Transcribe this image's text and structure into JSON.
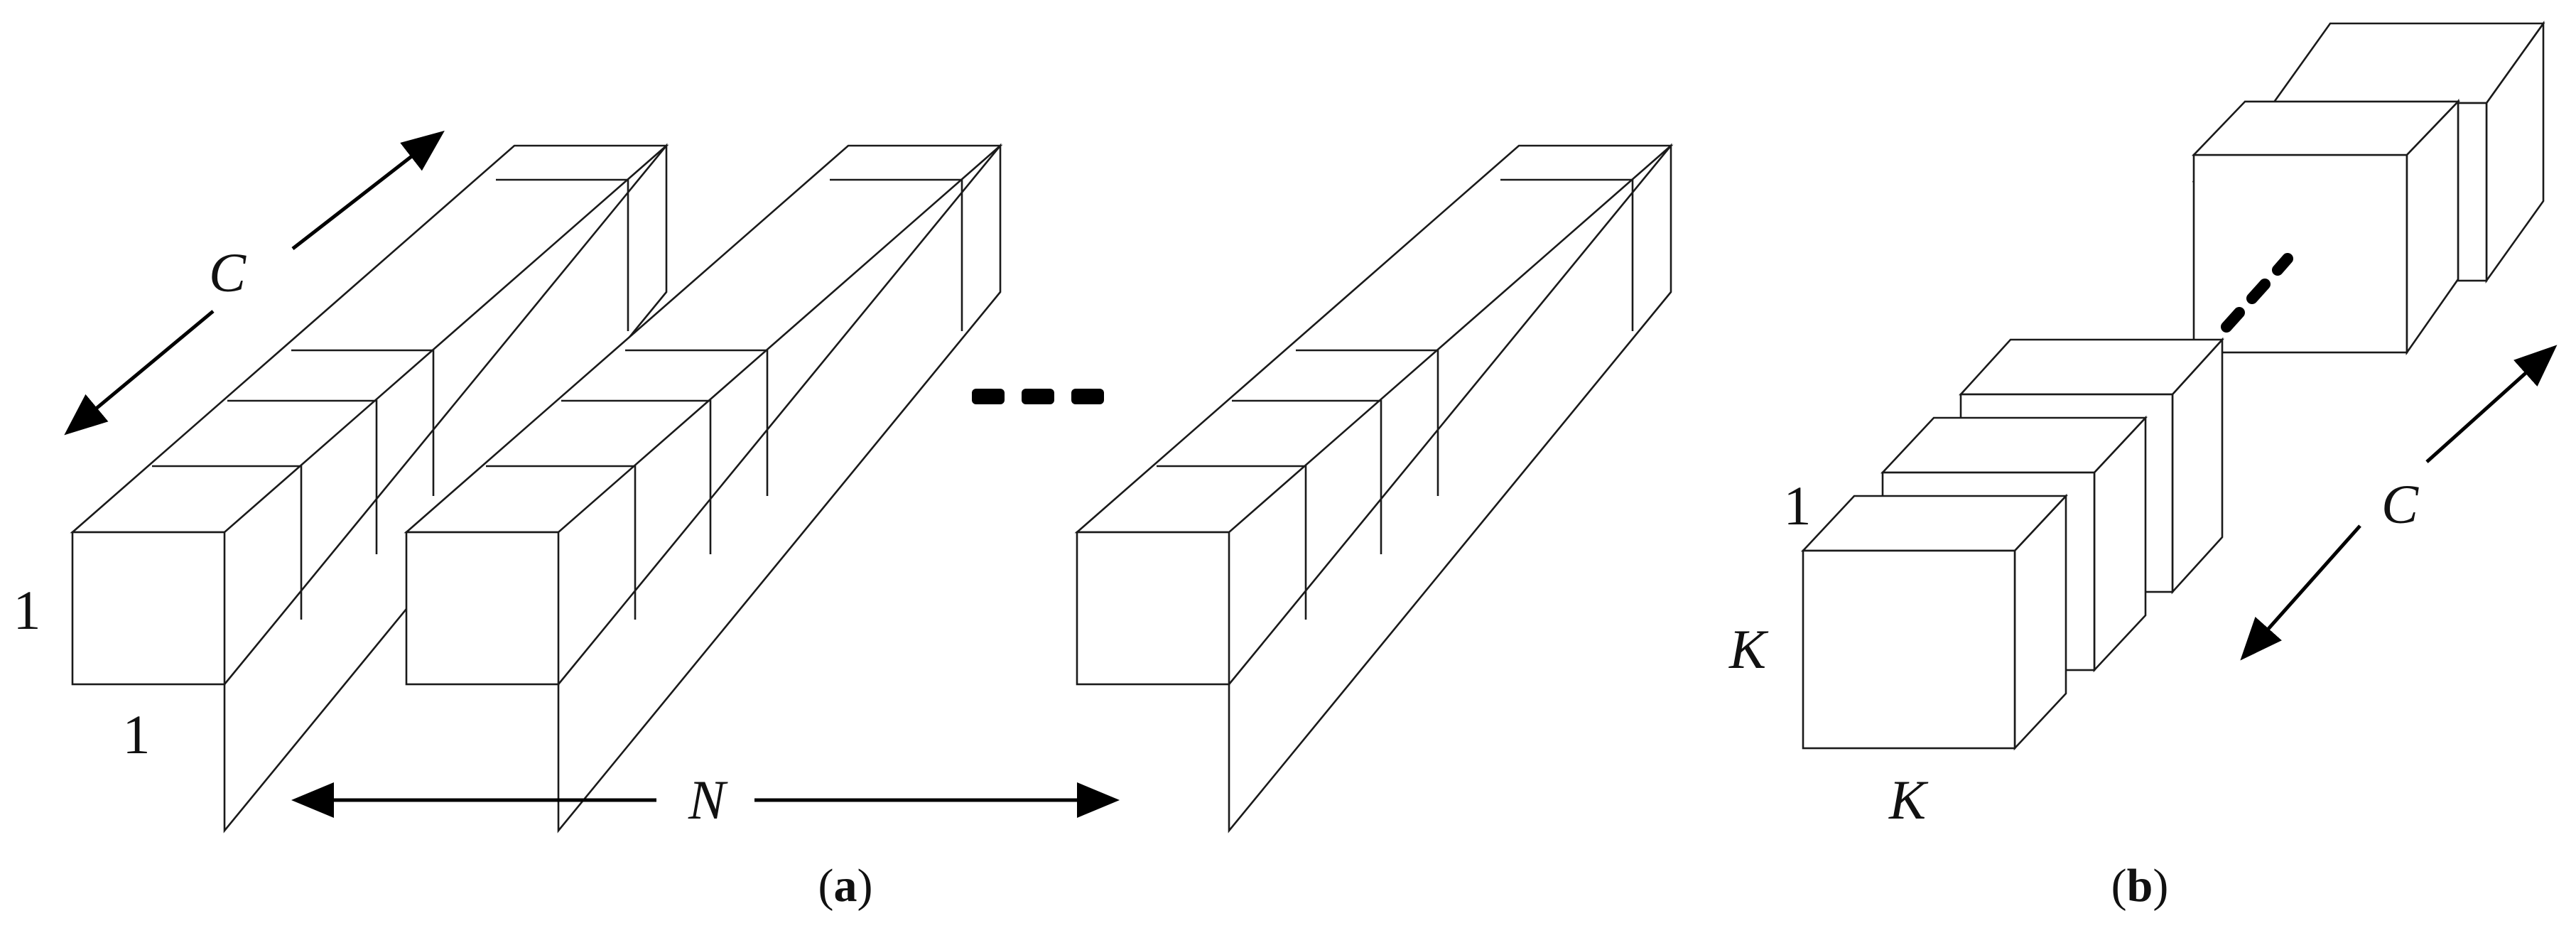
{
  "panel_a": {
    "caption_open": "(",
    "caption_letter": "a",
    "caption_close": ")",
    "labels": {
      "channels": "C",
      "height": "1",
      "width": "1",
      "count": "N"
    }
  },
  "panel_b": {
    "caption_open": "(",
    "caption_letter": "b",
    "caption_close": ")",
    "labels": {
      "depth": "1",
      "height": "K",
      "width": "K",
      "channels": "C"
    }
  },
  "colors": {
    "stroke": "#1a1a1a",
    "fill": "#ffffff",
    "arrow": "#000000"
  }
}
